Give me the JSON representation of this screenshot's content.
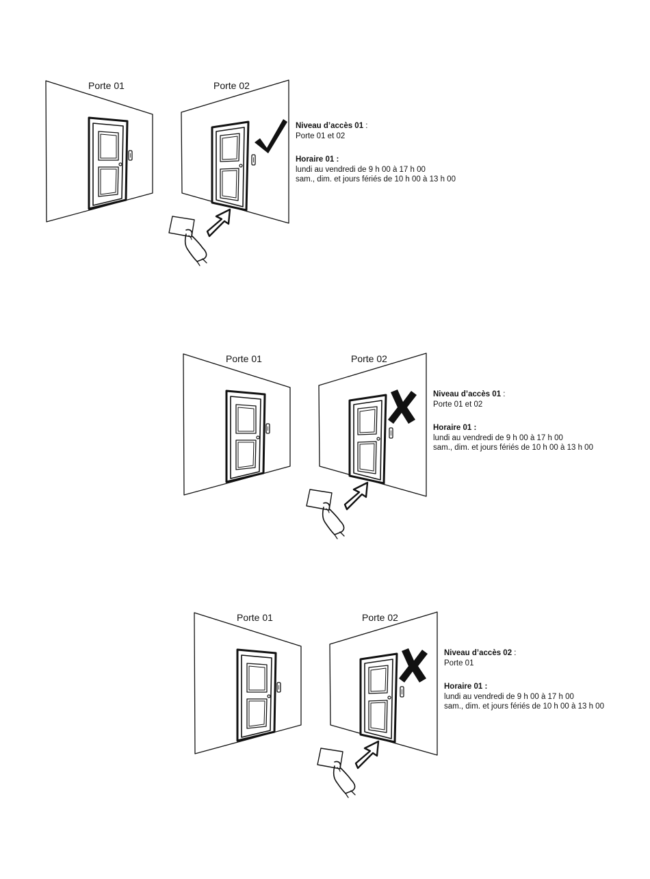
{
  "scenarios": [
    {
      "door_left_label": "Porte 01",
      "door_right_label": "Porte 02",
      "result": "allowed",
      "result_icon": "check-mark-icon",
      "access_level_title": "Niveau d’accès 01",
      "access_level_sep": " :",
      "access_level_doors": "Porte 01 et 02",
      "schedule_title": "Horaire 01 :",
      "schedule_weekdays": "lundi au vendredi de 9 h 00 à  17 h 00",
      "schedule_weekends": "sam., dim. et jours fériés de 10 h 00 à 13 h 00"
    },
    {
      "door_left_label": "Porte 01",
      "door_right_label": "Porte 02",
      "result": "denied",
      "result_icon": "cross-mark-icon",
      "access_level_title": "Niveau d’accès 01",
      "access_level_sep": " :",
      "access_level_doors": "Porte 01 et 02",
      "schedule_title": "Horaire 01 :",
      "schedule_weekdays": "lundi au vendredi de 9 h 00 à  17 h 00",
      "schedule_weekends": "sam., dim. et jours fériés de 10 h 00 à 13 h 00"
    },
    {
      "door_left_label": "Porte 01",
      "door_right_label": "Porte 02",
      "result": "denied",
      "result_icon": "cross-mark-icon",
      "access_level_title": "Niveau d’accès 02",
      "access_level_sep": " :",
      "access_level_doors": "Porte 01",
      "schedule_title": "Horaire 01 :",
      "schedule_weekdays": "lundi au vendredi de 9 h 00 à  17 h 00",
      "schedule_weekends": "sam., dim. et jours fériés de 10 h 00 à 13 h 00"
    }
  ]
}
